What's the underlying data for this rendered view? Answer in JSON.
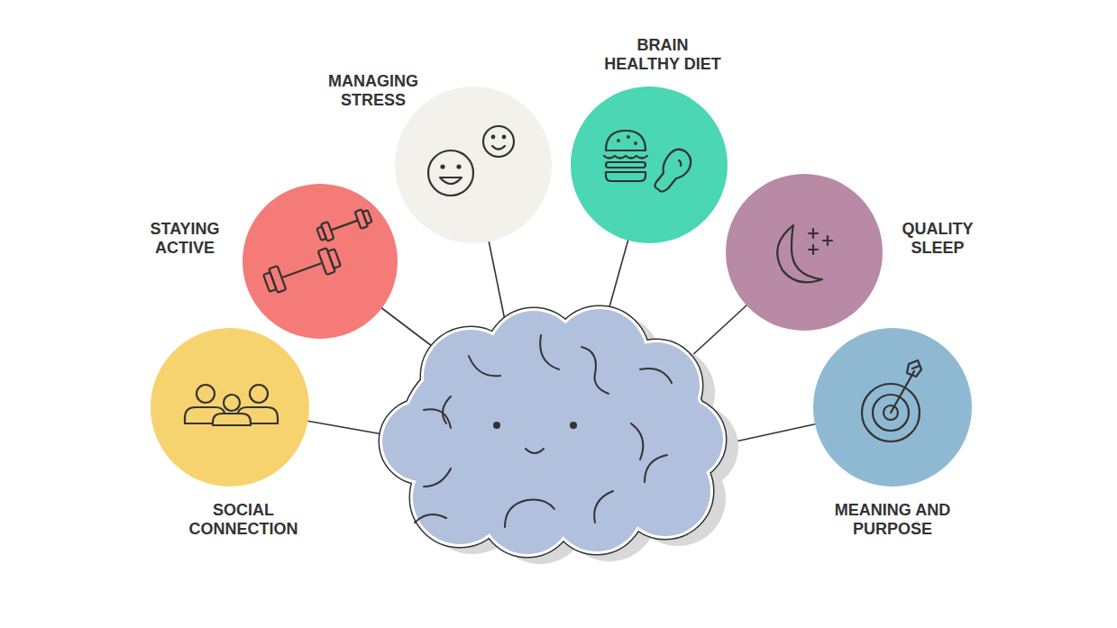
{
  "diagram": {
    "nodes": [
      {
        "text": [
          "SOCIAL CONNECTION"
        ]
      },
      {
        "text": [
          "STAYING ACTIVE"
        ]
      },
      {
        "text": [
          "MANAGING STRESS"
        ]
      },
      {
        "text": [
          "BRAIN HEALTHY DIET"
        ]
      },
      {
        "text": [
          "QUALITY SLEEP"
        ]
      },
      {
        "text": [
          "MEANING AND PURPOSE"
        ]
      }
    ]
  }
}
